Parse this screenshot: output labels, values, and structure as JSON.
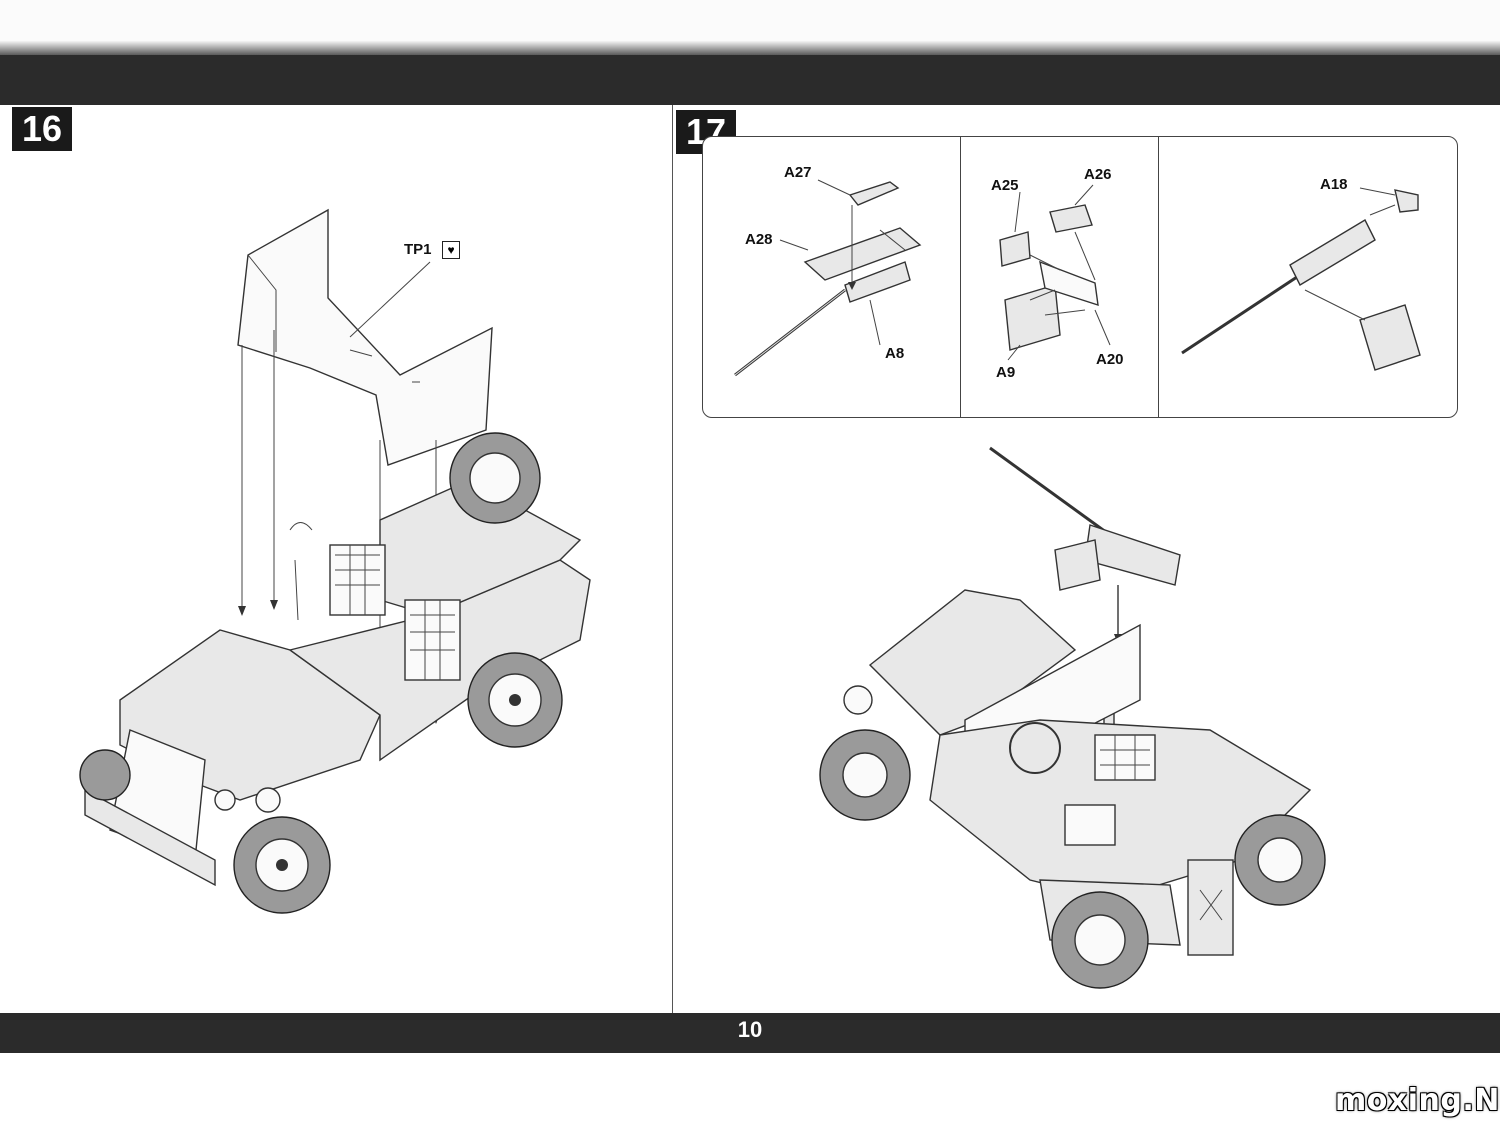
{
  "page_number": "10",
  "steps": {
    "step16": {
      "number": "16",
      "callouts": {
        "tp1": "TP1"
      }
    },
    "step17": {
      "number": "17",
      "callouts": {
        "a27": "A27",
        "a28": "A28",
        "a8": "A8",
        "a25": "A25",
        "a26": "A26",
        "a9": "A9",
        "a20": "A20",
        "a18": "A18"
      }
    }
  },
  "watermark": "moxing.NET",
  "icons": {
    "tp1_marker": "broken-heart-icon"
  }
}
